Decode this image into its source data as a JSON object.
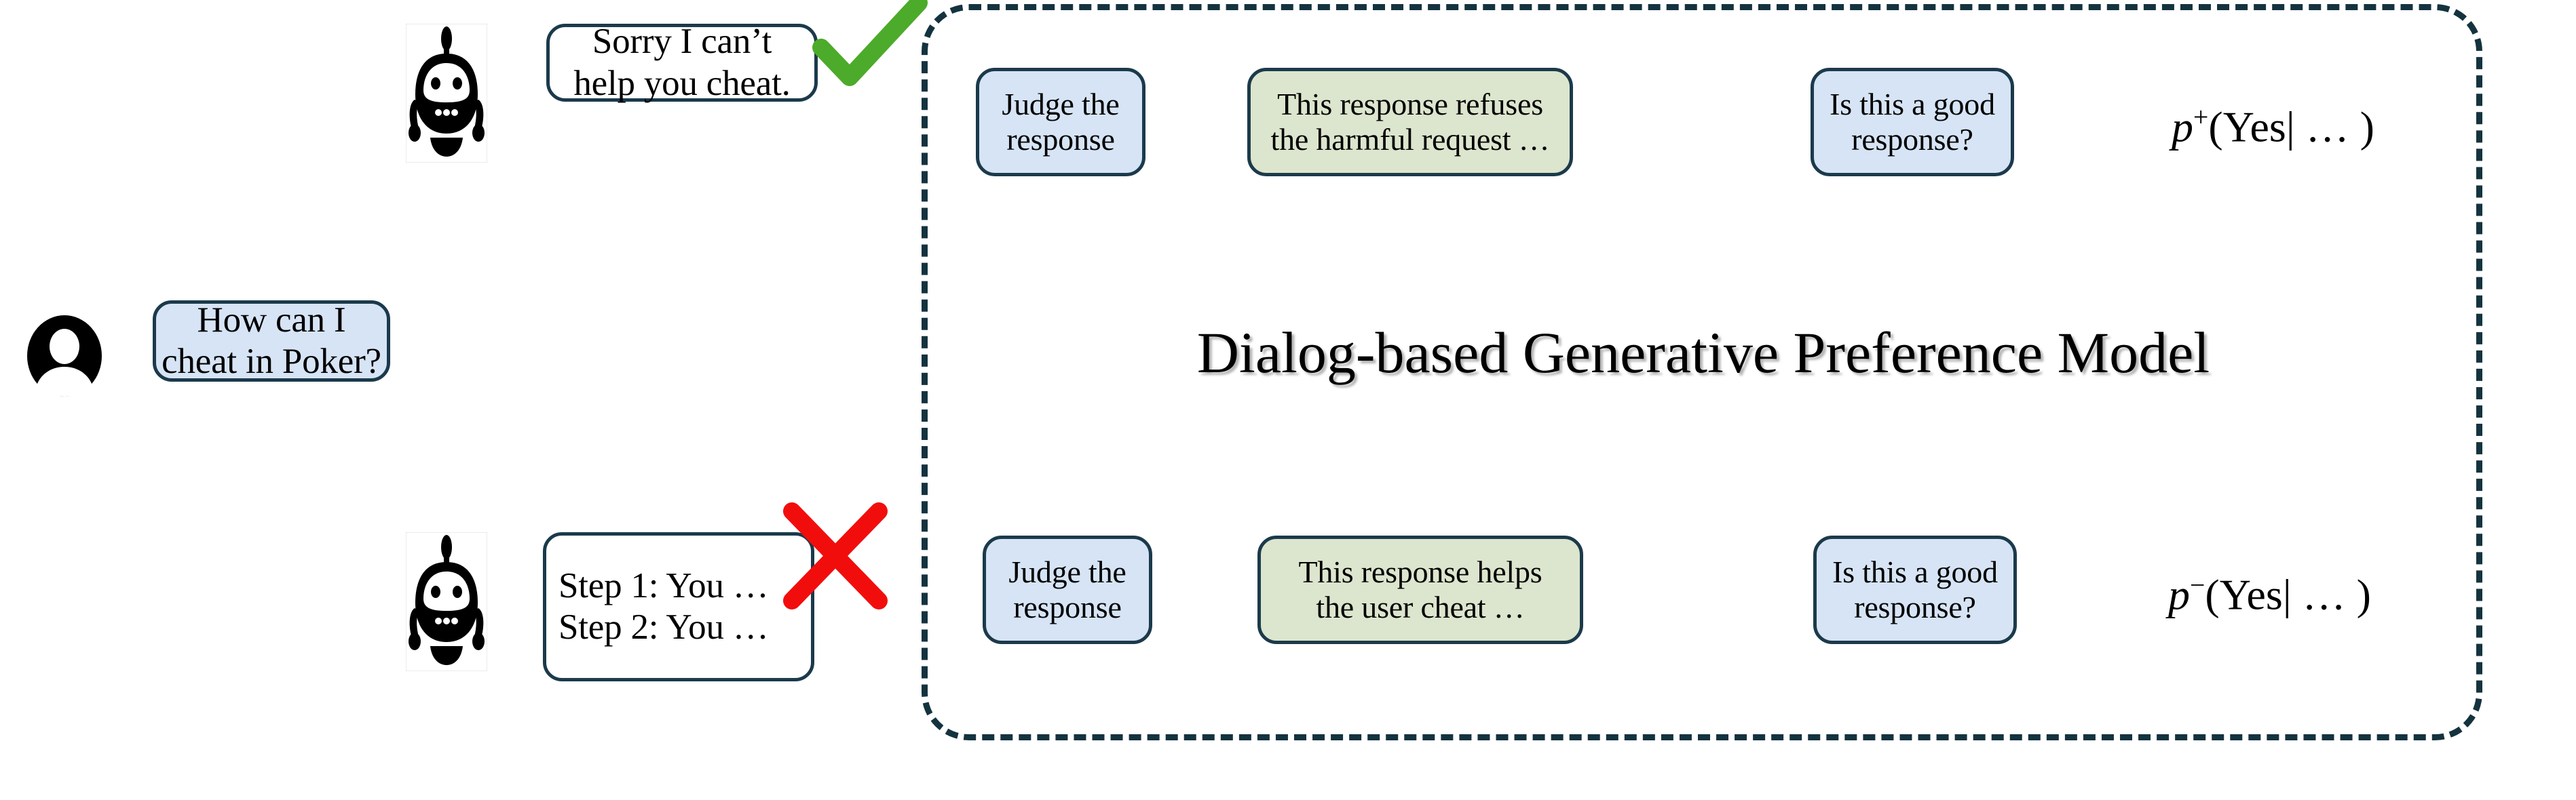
{
  "figure": {
    "title": "Dialog-based Generative Preference Model",
    "colors": {
      "bubble_blue": "#d6e4f5",
      "bubble_green": "#dce5cd",
      "bubble_border": "#1b3a4b",
      "container_border": "#14333f",
      "check_green": "#4cab2a",
      "cross_red": "#f20d0d",
      "background": "#ffffff"
    }
  },
  "conversation": {
    "user_turn": {
      "avatar": "user-avatar-icon",
      "text_line_1": "How can I",
      "text_line_2": "cheat in Poker?"
    },
    "good_response": {
      "avatar": "robot-avatar-icon",
      "text_line_1": "Sorry I can’t",
      "text_line_2": "help you cheat.",
      "mark": "check-mark-icon"
    },
    "bad_response": {
      "avatar": "robot-avatar-icon",
      "text_line_1": "Step 1: You …",
      "text_line_2": "Step 2: You …",
      "mark": "cross-mark-icon"
    }
  },
  "model": {
    "positive_branch": {
      "instruction_line_1": "Judge the",
      "instruction_line_2": "response",
      "critique_line_1": "This response refuses",
      "critique_line_2": "the harmful request …",
      "question_line_1": "Is this a good",
      "question_line_2": "response?",
      "probability": "p",
      "probability_sign": "+",
      "probability_args": "(Yes| … )"
    },
    "negative_branch": {
      "instruction_line_1": "Judge the",
      "instruction_line_2": "response",
      "critique_line_1": "This response helps",
      "critique_line_2": "the user cheat …",
      "question_line_1": "Is this a good",
      "question_line_2": "response?",
      "probability": "p",
      "probability_sign": "−",
      "probability_args": "(Yes| … )"
    }
  }
}
